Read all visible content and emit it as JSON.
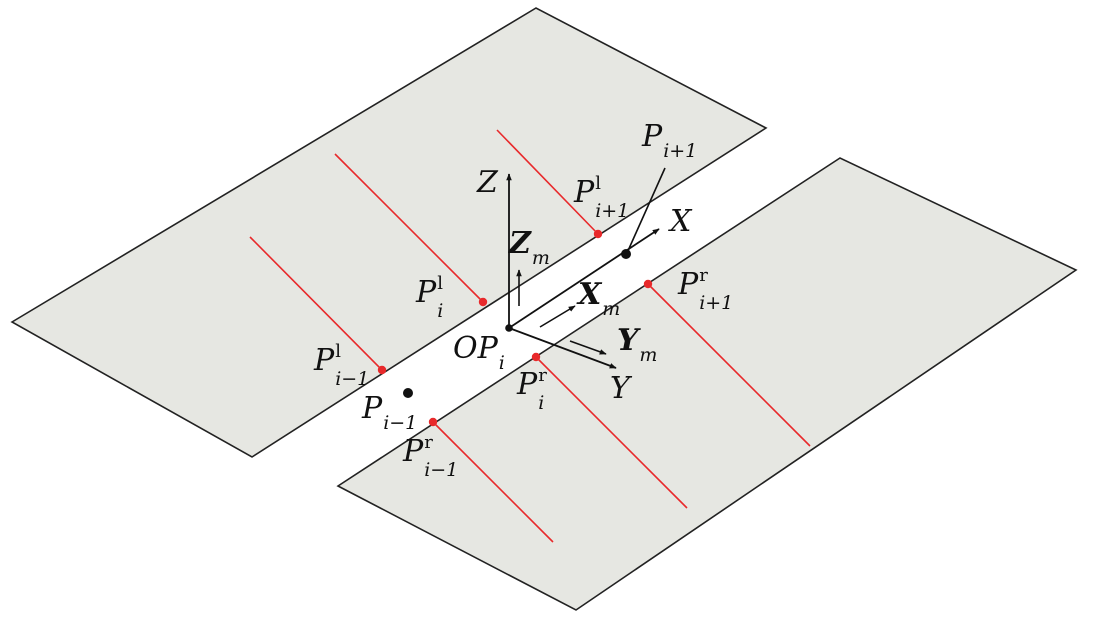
{
  "colors": {
    "plane_fill": "#e6e7e2",
    "plane_stroke": "#222222",
    "red": "#e8292b",
    "point": "#111111",
    "arrow": "#111111"
  },
  "labels": {
    "Z": {
      "base": "Z"
    },
    "Zm": {
      "base": "Z",
      "sub": "m"
    },
    "X": {
      "base": "X"
    },
    "Xm": {
      "base": "X",
      "sub": "m"
    },
    "Y": {
      "base": "Y"
    },
    "Ym": {
      "base": "Y",
      "sub": "m"
    },
    "OPi": {
      "base": "OP",
      "sub": "i"
    },
    "Pip1": {
      "base": "P",
      "sub": "i+1"
    },
    "Pim1": {
      "base": "P",
      "sub": "i−1"
    },
    "Pl_i": {
      "base": "P",
      "sub": "i",
      "sup": "l"
    },
    "Pl_ip1": {
      "base": "P",
      "sub": "i+1",
      "sup": "l"
    },
    "Pl_im1": {
      "base": "P",
      "sub": "i−1",
      "sup": "l"
    },
    "Pr_i": {
      "base": "P",
      "sub": "i",
      "sup": "r"
    },
    "Pr_ip1": {
      "base": "P",
      "sub": "i+1",
      "sup": "r"
    },
    "Pr_im1": {
      "base": "P",
      "sub": "i−1",
      "sup": "r"
    }
  }
}
